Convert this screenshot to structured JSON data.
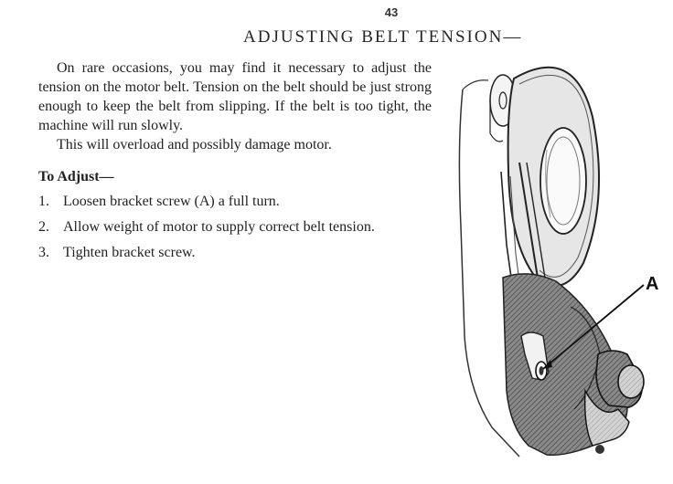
{
  "page": {
    "number": "43",
    "title": "ADJUSTING BELT TENSION—"
  },
  "body": {
    "paragraphs": [
      "On rare occasions, you may find it necessary to adjust the tension on the motor belt. Tension on the belt should be just strong enough to keep the belt from slipping. If the belt is too tight, the machine will run slowly.",
      "This will overload and possibly damage motor."
    ],
    "section_heading": "To Adjust—",
    "steps": [
      {
        "num": "1.",
        "text": "Loosen bracket screw (A) a full turn."
      },
      {
        "num": "2.",
        "text": "Allow weight of motor to supply correct belt tension."
      },
      {
        "num": "3.",
        "text": "Tighten bracket screw."
      }
    ]
  },
  "figure": {
    "callout_label": "A"
  },
  "colors": {
    "ink": "#222222",
    "shade": "#6a6a6a"
  }
}
